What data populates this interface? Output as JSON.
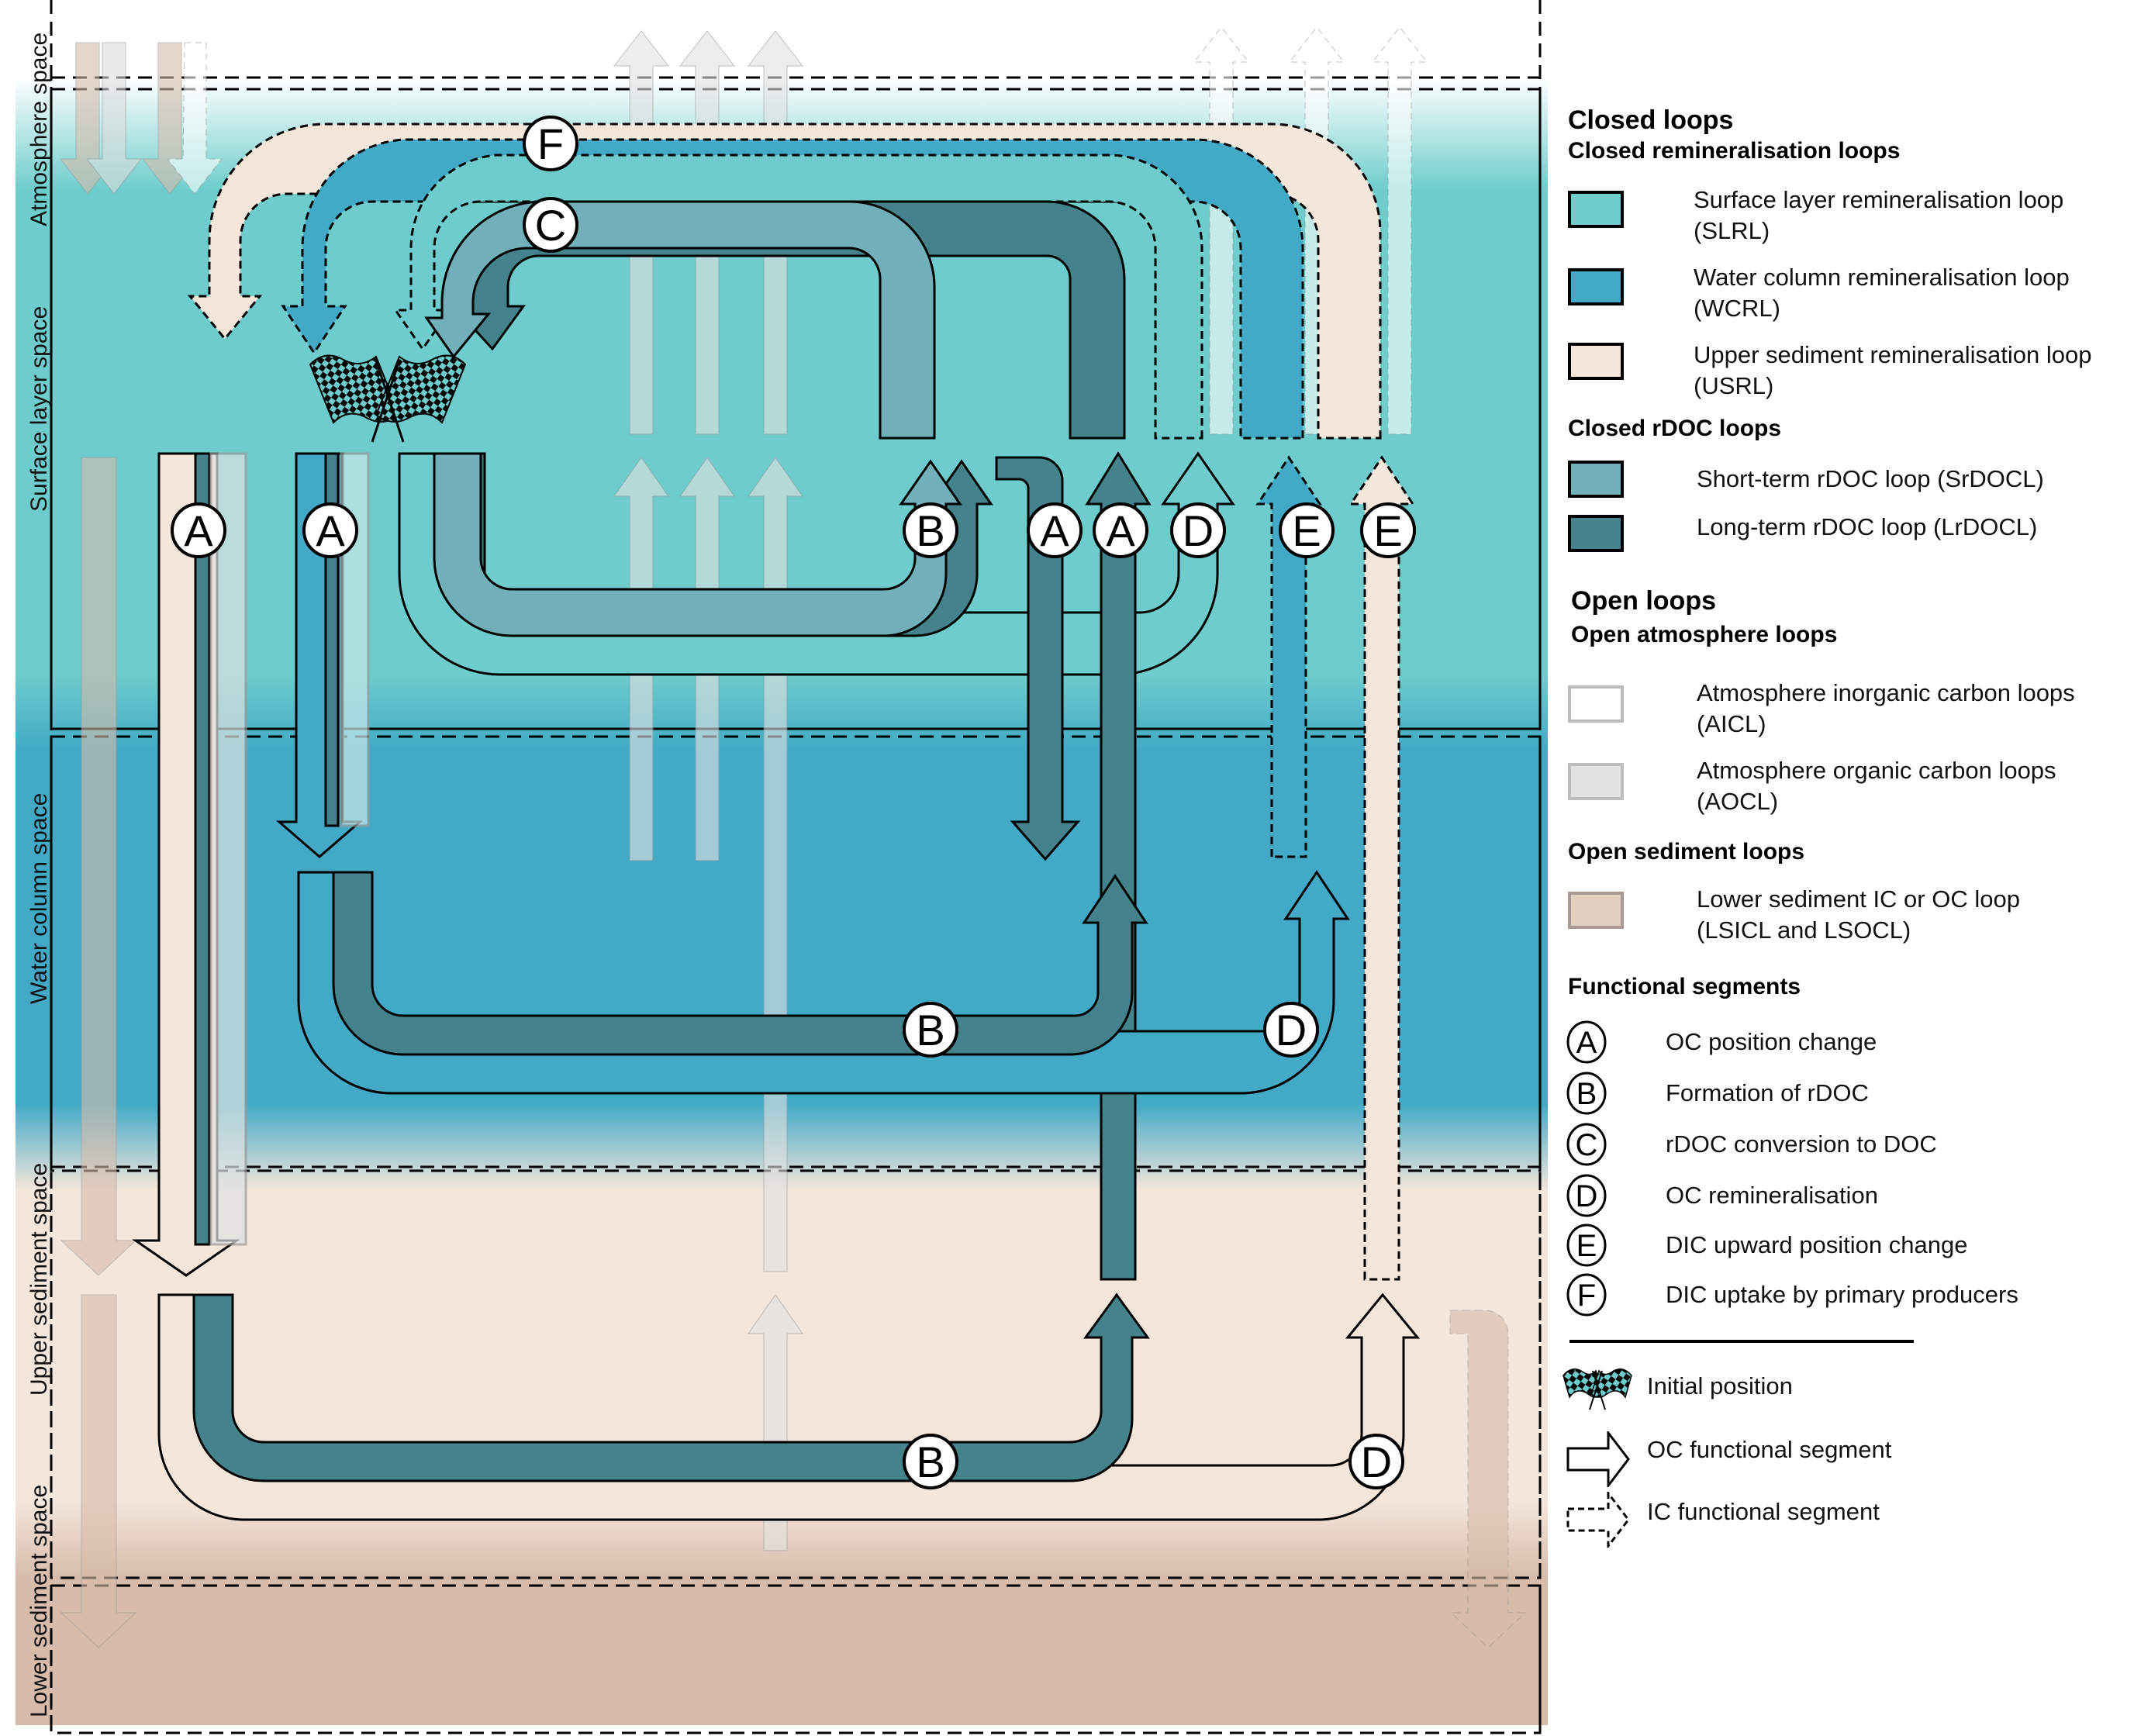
{
  "spaces": [
    {
      "id": "atmosphere",
      "label": "Atmosphere space",
      "color": "#ffffff"
    },
    {
      "id": "surface",
      "label": "Surface layer space",
      "color": "#6ECDCC"
    },
    {
      "id": "water",
      "label": "Water column space",
      "color": "#42AAC7"
    },
    {
      "id": "upper_sediment",
      "label": "Upper sediment space",
      "color": "#F5E6DB"
    },
    {
      "id": "lower_sediment",
      "label": "Lower sediment space",
      "color": "#D7BCAB"
    }
  ],
  "colors": {
    "slrl": "#6ECDCC",
    "wcrl": "#42AAC7",
    "usrl": "#F5E6DB",
    "srdocl": "#72B0B9",
    "lrdocl": "#44838B",
    "aicl": "#ffffff",
    "aocl": "#E2E2E2",
    "lsl": "#E2CFC0"
  },
  "diagram_labels": {
    "surface_A1": "A",
    "surface_A2": "A",
    "surface_B": "B",
    "surface_A3": "A",
    "surface_A4": "A",
    "surface_D": "D",
    "surface_E1": "E",
    "surface_E2": "E",
    "top_F": "F",
    "top_C": "C",
    "water_B": "B",
    "water_D": "D",
    "sediment_B": "B",
    "sediment_D": "D"
  },
  "legend": {
    "closed_title": "Closed loops",
    "closed_remin_title": "Closed remineralisation loops",
    "closed_remin_items": [
      {
        "label": "Surface layer remineralisation loop (SLRL)",
        "color": "#6ECDCC",
        "border": "#000000"
      },
      {
        "label": "Water column remineralisation loop (WCRL)",
        "color": "#42AAC7",
        "border": "#000000"
      },
      {
        "label": "Upper sediment remineralisation loop (USRL)",
        "color": "#F5E6DB",
        "border": "#000000"
      }
    ],
    "closed_rdoc_title": "Closed rDOC loops",
    "closed_rdoc_items": [
      {
        "label": "Short-term rDOC loop (SrDOCL)",
        "color": "#72B0B9",
        "border": "#000000"
      },
      {
        "label": "Long-term rDOC loop (LrDOCL)",
        "color": "#44838B",
        "border": "#000000"
      }
    ],
    "open_title": "Open loops",
    "open_atm_title": "Open atmosphere loops",
    "open_atm_items": [
      {
        "label": "Atmosphere inorganic carbon loops (AICL)",
        "color": "#ffffff",
        "border": "#BDBDBD"
      },
      {
        "label": "Atmosphere organic carbon loops (AOCL)",
        "color": "#E2E2E2",
        "border": "#BDBDBD"
      }
    ],
    "open_sed_title": "Open sediment loops",
    "open_sed_items": [
      {
        "label": "Lower sediment IC or OC loop (LSICL and LSOCL)",
        "color": "#E2CFC0",
        "border": "#A89A92"
      }
    ],
    "segments_title": "Functional segments",
    "segments": [
      {
        "letter": "A",
        "label": "OC position change"
      },
      {
        "letter": "B",
        "label": "Formation of rDOC"
      },
      {
        "letter": "C",
        "label": "rDOC conversion to DOC"
      },
      {
        "letter": "D",
        "label": "OC remineralisation"
      },
      {
        "letter": "E",
        "label": "DIC upward position change"
      },
      {
        "letter": "F",
        "label": "DIC uptake by primary producers"
      }
    ],
    "symbols": [
      {
        "icon": "checkered-flags",
        "label": "Initial position"
      },
      {
        "icon": "solid-arrow",
        "label": "OC functional segment"
      },
      {
        "icon": "dashed-arrow",
        "label": "IC functional segment"
      }
    ]
  }
}
